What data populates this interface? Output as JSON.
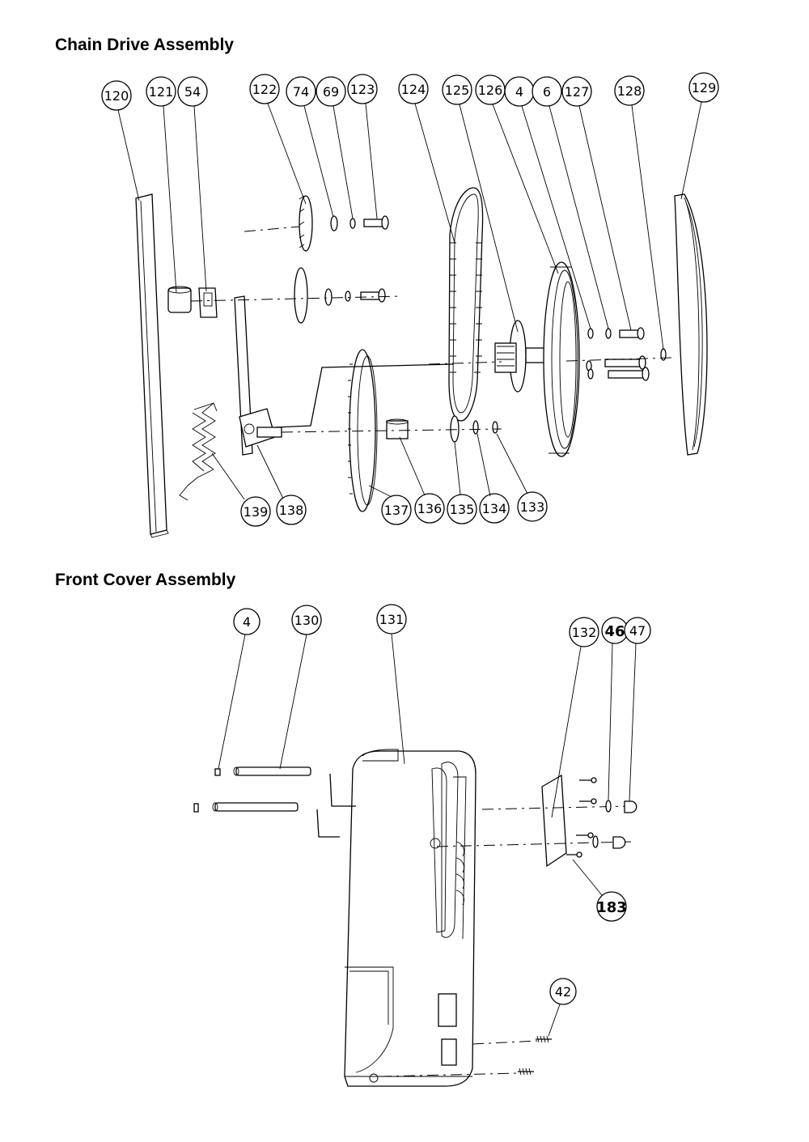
{
  "sections": {
    "chain_drive": {
      "title": "Chain Drive Assembly",
      "callouts": [
        "120",
        "121",
        "54",
        "122",
        "74",
        "69",
        "123",
        "124",
        "125",
        "126",
        "4",
        "6",
        "127",
        "128",
        "129",
        "139",
        "138",
        "137",
        "136",
        "135",
        "134",
        "133"
      ]
    },
    "front_cover": {
      "title": "Front Cover Assembly",
      "callouts": [
        "4",
        "130",
        "131",
        "132",
        "46",
        "47",
        "183",
        "42"
      ]
    }
  }
}
